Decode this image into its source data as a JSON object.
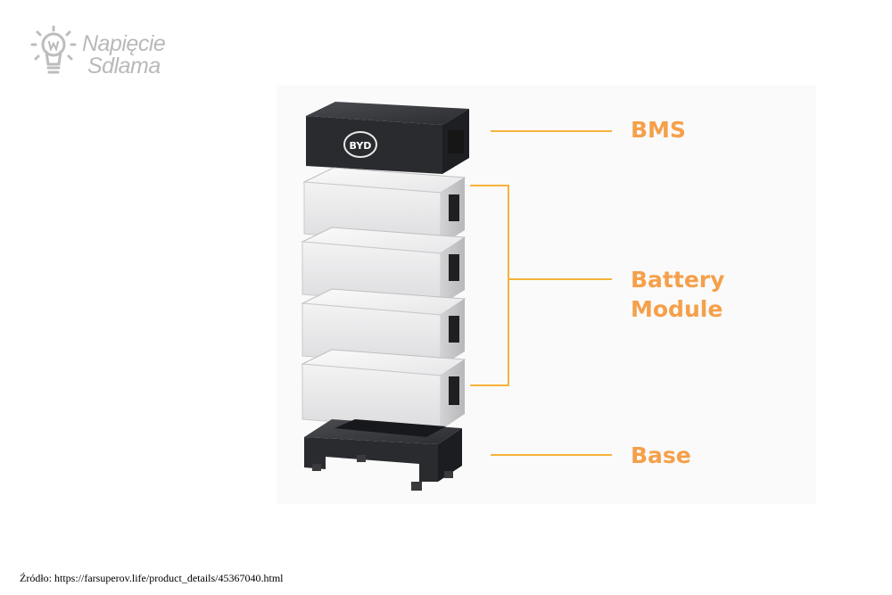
{
  "logo": {
    "line1": "Napięcie",
    "line2": "Sdlama",
    "icon": "lightbulb-icon"
  },
  "labels": {
    "bms": "BMS",
    "battery_line1": "Battery",
    "battery_line2": "Module",
    "base": "Base"
  },
  "bms_badge": "BYD",
  "source": "Źródło: https://farsuperov.life/product_details/45367040.html",
  "colors": {
    "accent": "#f5a04a",
    "leader_line": "#f7b23b",
    "bms_body": "#2c2d31",
    "module_body": "#eeeeef",
    "base_body": "#2a2b2f",
    "logo_gray": "#b9b9b9"
  }
}
